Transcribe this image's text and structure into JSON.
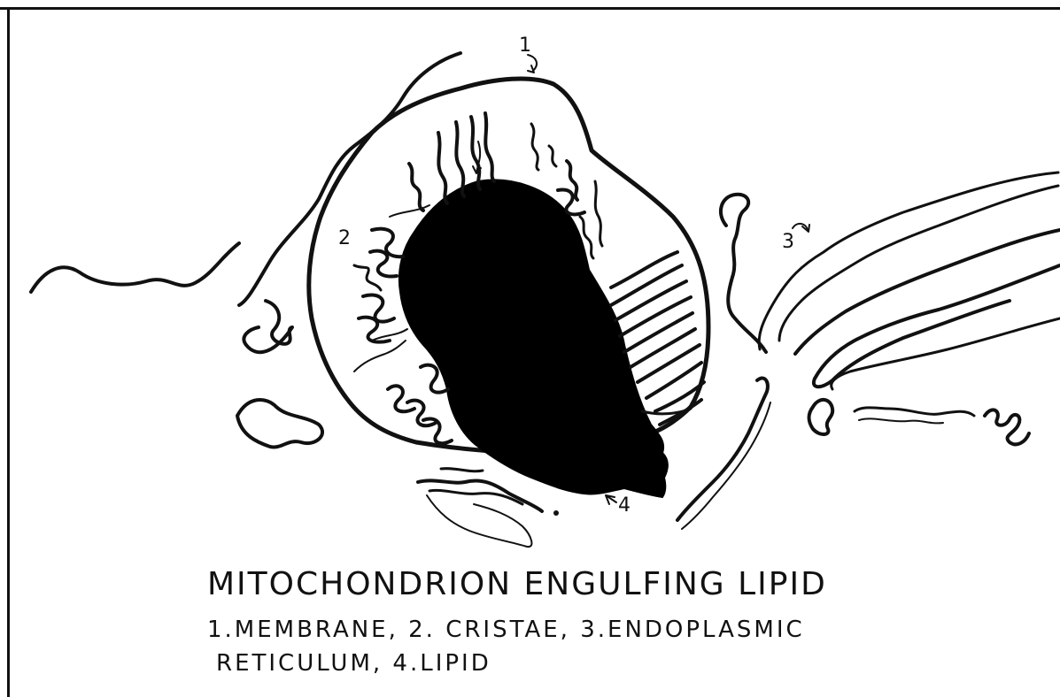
{
  "figure": {
    "title": "MITOCHONDRION ENGULFING LIPID",
    "legend_line1": "1.MEMBRANE, 2. CRISTAE, 3.ENDOPLASMIC",
    "legend_line2": "RETICULUM, 4.LIPID",
    "callouts": {
      "membrane": "1",
      "cristae": "2",
      "er": "3",
      "lipid": "4"
    }
  }
}
